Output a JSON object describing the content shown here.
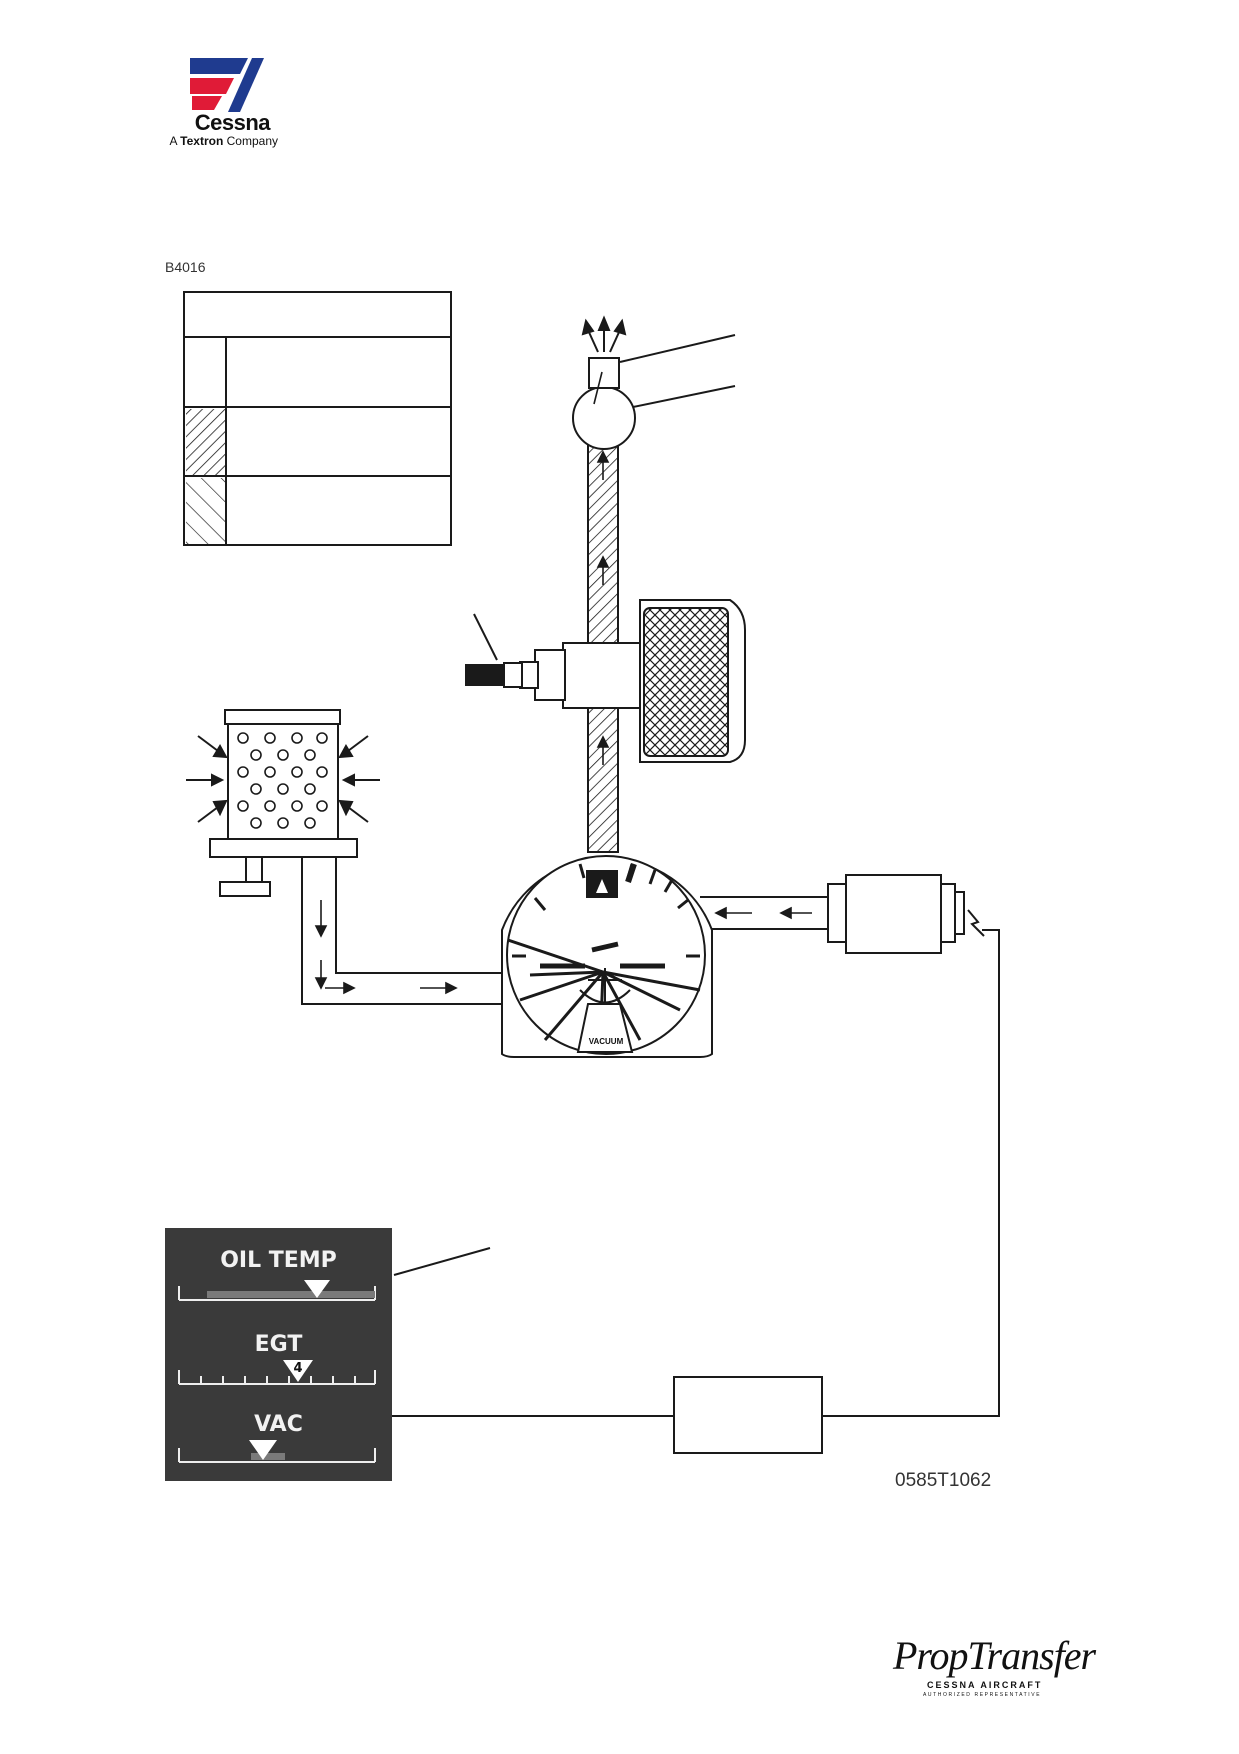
{
  "header": {
    "logo_name": "Cessna",
    "logo_sub_prefix": "A ",
    "logo_sub_brand": "Textron",
    "logo_sub_suffix": " Company"
  },
  "figure": {
    "code": "B4016",
    "drawing_number": "0585T1062"
  },
  "vacuum_gauge": {
    "label": "VACUUM"
  },
  "eis_display": {
    "gauges": [
      {
        "label": "OIL TEMP",
        "pointer": 0.62
      },
      {
        "label": "EGT",
        "pointer": 0.58,
        "badge": "4"
      },
      {
        "label": "VAC",
        "pointer": 0.45
      }
    ]
  },
  "footer": {
    "logo_name": "PropTransfer",
    "logo_line1": "CESSNA AIRCRAFT",
    "logo_line2": "AUTHORIZED REPRESENTATIVE"
  },
  "colors": {
    "line": "#1a1a1a",
    "eis_bg": "#3a3a3a",
    "eis_text": "#f2f2f2",
    "logo_red": "#e01b37",
    "logo_blue": "#1f3b8f"
  }
}
